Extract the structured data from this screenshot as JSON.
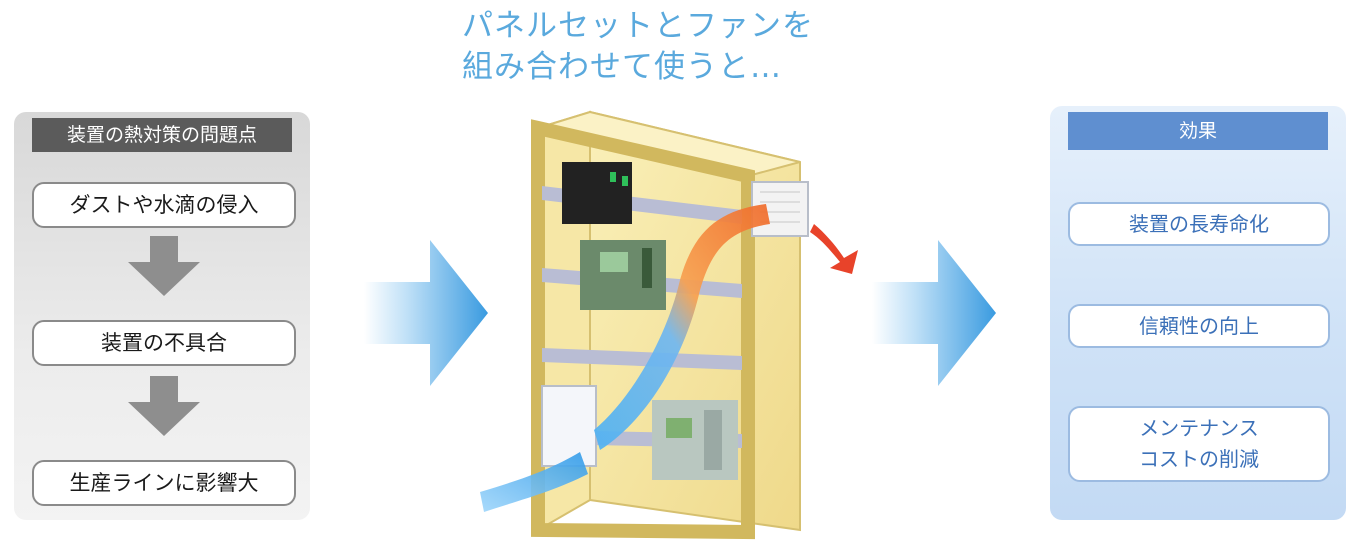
{
  "caption": {
    "line1": "パネルセットとファンを",
    "line2": "組み合わせて使うと…"
  },
  "problems": {
    "header": "装置の熱対策の問題点",
    "items": [
      "ダストや水滴の侵入",
      "装置の不具合",
      "生産ラインに影響大"
    ]
  },
  "effects": {
    "header": "効果",
    "items": [
      "装置の長寿命化",
      "信頼性の向上"
    ],
    "maintenance": [
      "メンテナンス",
      "コストの削減"
    ]
  },
  "colors": {
    "caption": "#5aa9dd",
    "problem_header": "#5b5b5b",
    "effect_header": "#5f8fd0",
    "effect_text": "#3b70b8",
    "arrow_blue": "#3a9be0",
    "cabinet_yellow": "#f3e29a"
  }
}
